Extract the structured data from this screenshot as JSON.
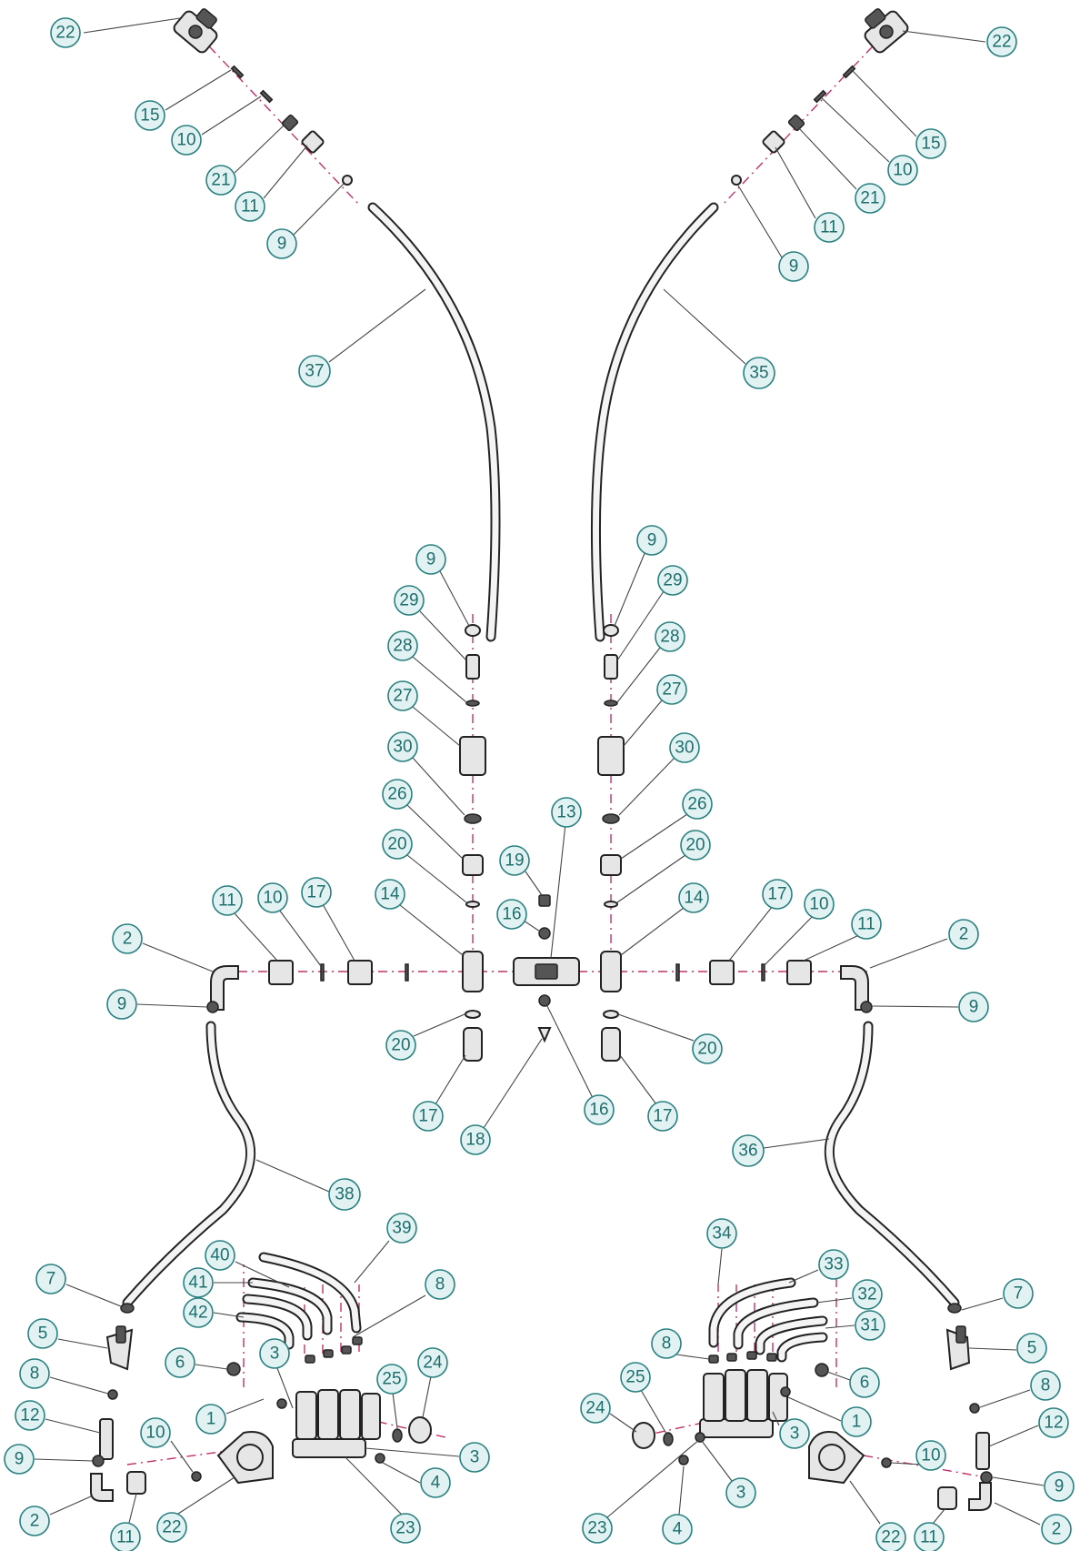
{
  "callouts": [
    {
      "id": "c-22-tl",
      "label": "22"
    },
    {
      "id": "c-15-tl",
      "label": "15"
    },
    {
      "id": "c-10-tl",
      "label": "10"
    },
    {
      "id": "c-21-tl",
      "label": "21"
    },
    {
      "id": "c-11-tl",
      "label": "11"
    },
    {
      "id": "c-9-tl",
      "label": "9"
    },
    {
      "id": "c-37",
      "label": "37"
    },
    {
      "id": "c-22-tr",
      "label": "22"
    },
    {
      "id": "c-15-tr",
      "label": "15"
    },
    {
      "id": "c-10-tr",
      "label": "10"
    },
    {
      "id": "c-21-tr",
      "label": "21"
    },
    {
      "id": "c-11-tr",
      "label": "11"
    },
    {
      "id": "c-9-tr",
      "label": "9"
    },
    {
      "id": "c-35",
      "label": "35"
    },
    {
      "id": "c-9-ml",
      "label": "9"
    },
    {
      "id": "c-29-ml",
      "label": "29"
    },
    {
      "id": "c-28-ml",
      "label": "28"
    },
    {
      "id": "c-27-ml",
      "label": "27"
    },
    {
      "id": "c-30-ml",
      "label": "30"
    },
    {
      "id": "c-26-ml",
      "label": "26"
    },
    {
      "id": "c-20-ml",
      "label": "20"
    },
    {
      "id": "c-14-ml",
      "label": "14"
    },
    {
      "id": "c-9-mr",
      "label": "9"
    },
    {
      "id": "c-29-mr",
      "label": "29"
    },
    {
      "id": "c-28-mr",
      "label": "28"
    },
    {
      "id": "c-27-mr",
      "label": "27"
    },
    {
      "id": "c-30-mr",
      "label": "30"
    },
    {
      "id": "c-26-mr",
      "label": "26"
    },
    {
      "id": "c-20-mr",
      "label": "20"
    },
    {
      "id": "c-14-mr",
      "label": "14"
    },
    {
      "id": "c-13",
      "label": "13"
    },
    {
      "id": "c-19",
      "label": "19"
    },
    {
      "id": "c-16-a",
      "label": "16"
    },
    {
      "id": "c-16-b",
      "label": "16"
    },
    {
      "id": "c-18",
      "label": "18"
    },
    {
      "id": "c-11-hl",
      "label": "11"
    },
    {
      "id": "c-10-hl",
      "label": "10"
    },
    {
      "id": "c-17-hl",
      "label": "17"
    },
    {
      "id": "c-2-hl",
      "label": "2"
    },
    {
      "id": "c-9-hl",
      "label": "9"
    },
    {
      "id": "c-20-bl",
      "label": "20"
    },
    {
      "id": "c-17-bl",
      "label": "17"
    },
    {
      "id": "c-17-hr",
      "label": "17"
    },
    {
      "id": "c-10-hr",
      "label": "10"
    },
    {
      "id": "c-11-hr",
      "label": "11"
    },
    {
      "id": "c-2-hr",
      "label": "2"
    },
    {
      "id": "c-9-hr",
      "label": "9"
    },
    {
      "id": "c-20-br",
      "label": "20"
    },
    {
      "id": "c-17-br",
      "label": "17"
    },
    {
      "id": "c-38",
      "label": "38"
    },
    {
      "id": "c-36",
      "label": "36"
    },
    {
      "id": "c-7-l",
      "label": "7"
    },
    {
      "id": "c-5-l",
      "label": "5"
    },
    {
      "id": "c-8-l",
      "label": "8"
    },
    {
      "id": "c-12-l",
      "label": "12"
    },
    {
      "id": "c-9-l",
      "label": "9"
    },
    {
      "id": "c-2-l",
      "label": "2"
    },
    {
      "id": "c-11-l",
      "label": "11"
    },
    {
      "id": "c-10-l",
      "label": "10"
    },
    {
      "id": "c-22-l",
      "label": "22"
    },
    {
      "id": "c-40",
      "label": "40"
    },
    {
      "id": "c-39",
      "label": "39"
    },
    {
      "id": "c-41",
      "label": "41"
    },
    {
      "id": "c-42",
      "label": "42"
    },
    {
      "id": "c-8-lm",
      "label": "8"
    },
    {
      "id": "c-6-l",
      "label": "6"
    },
    {
      "id": "c-3-la",
      "label": "3"
    },
    {
      "id": "c-1-l",
      "label": "1"
    },
    {
      "id": "c-24-l",
      "label": "24"
    },
    {
      "id": "c-25-l",
      "label": "25"
    },
    {
      "id": "c-3-lb",
      "label": "3"
    },
    {
      "id": "c-4-l",
      "label": "4"
    },
    {
      "id": "c-23-l",
      "label": "23"
    },
    {
      "id": "c-34",
      "label": "34"
    },
    {
      "id": "c-33",
      "label": "33"
    },
    {
      "id": "c-32",
      "label": "32"
    },
    {
      "id": "c-31",
      "label": "31"
    },
    {
      "id": "c-8-rm",
      "label": "8"
    },
    {
      "id": "c-6-r",
      "label": "6"
    },
    {
      "id": "c-25-r",
      "label": "25"
    },
    {
      "id": "c-24-r",
      "label": "24"
    },
    {
      "id": "c-1-r",
      "label": "1"
    },
    {
      "id": "c-3-ra",
      "label": "3"
    },
    {
      "id": "c-3-rb",
      "label": "3"
    },
    {
      "id": "c-4-r",
      "label": "4"
    },
    {
      "id": "c-23-r",
      "label": "23"
    },
    {
      "id": "c-7-r",
      "label": "7"
    },
    {
      "id": "c-5-r",
      "label": "5"
    },
    {
      "id": "c-8-r",
      "label": "8"
    },
    {
      "id": "c-12-r",
      "label": "12"
    },
    {
      "id": "c-9-r",
      "label": "9"
    },
    {
      "id": "c-10-r",
      "label": "10"
    },
    {
      "id": "c-22-r",
      "label": "22"
    },
    {
      "id": "c-11-r",
      "label": "11"
    },
    {
      "id": "c-2-r",
      "label": "2"
    }
  ]
}
